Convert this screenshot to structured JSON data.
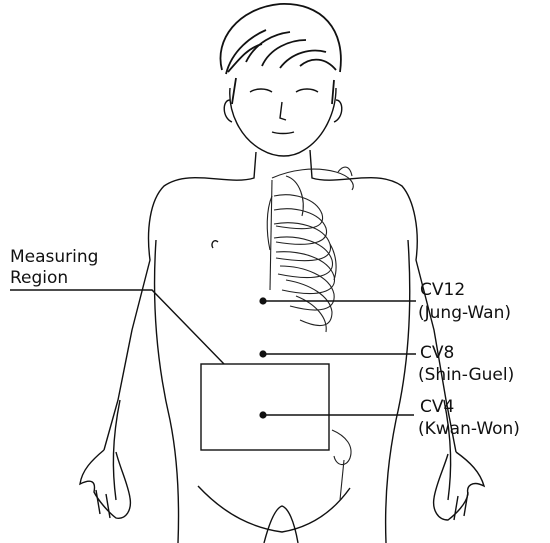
{
  "measuring_region": {
    "line1": "Measuring",
    "line2": "Region"
  },
  "points": [
    {
      "code": "CV12",
      "name": "(Jung-Wan)"
    },
    {
      "code": "CV8",
      "name": "(Shin-Guel)"
    },
    {
      "code": "CV4",
      "name": "(Kwan-Won)"
    }
  ]
}
